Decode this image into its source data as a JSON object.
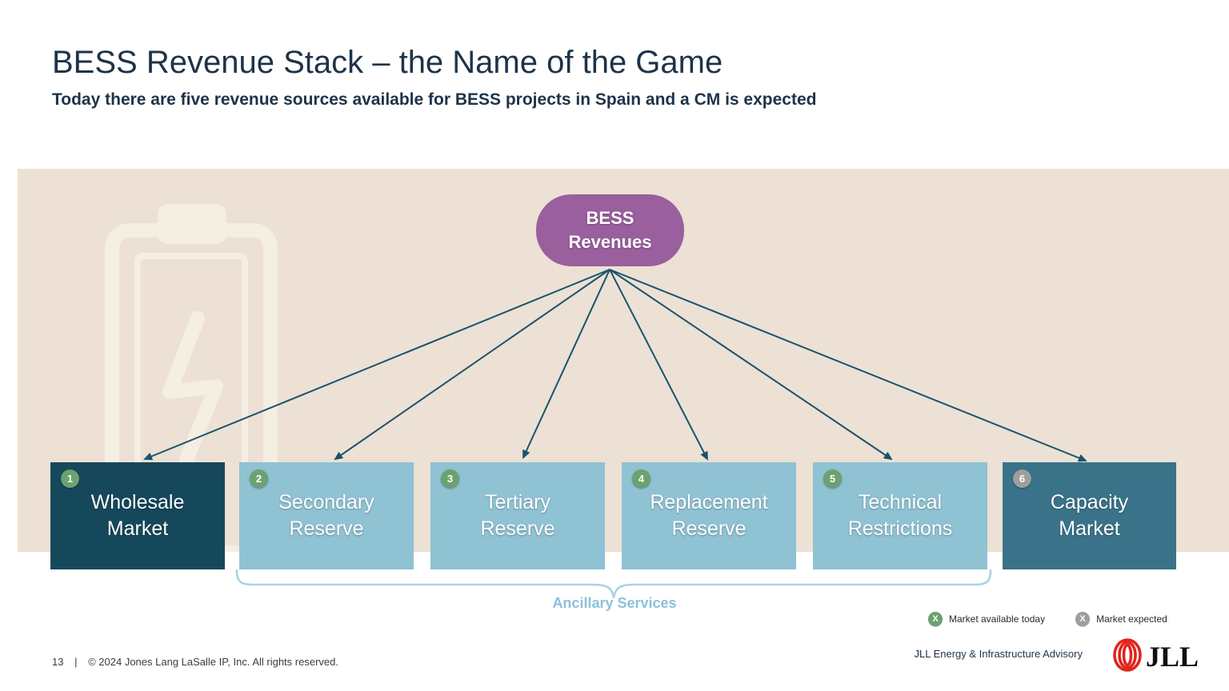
{
  "header": {
    "title": "BESS Revenue Stack – the Name of the Game",
    "subtitle": "Today there are five revenue sources available for BESS projects in Spain and a CM is expected"
  },
  "diagram": {
    "root": {
      "line1": "BESS",
      "line2": "Revenues"
    },
    "nodes": [
      {
        "number": "1",
        "line1": "Wholesale",
        "line2": "Market",
        "label": "Wholesale Market",
        "status": "available"
      },
      {
        "number": "2",
        "line1": "Secondary",
        "line2": "Reserve",
        "label": "Secondary Reserve",
        "status": "available"
      },
      {
        "number": "3",
        "line1": "Tertiary",
        "line2": "Reserve",
        "label": "Tertiary Reserve",
        "status": "available"
      },
      {
        "number": "4",
        "line1": "Replacement",
        "line2": "Reserve",
        "label": "Replacement Reserve",
        "status": "available"
      },
      {
        "number": "5",
        "line1": "Technical",
        "line2": "Restrictions",
        "label": "Technical Restrictions",
        "status": "available"
      },
      {
        "number": "6",
        "line1": "Capacity",
        "line2": "Market",
        "label": "Capacity Market",
        "status": "expected"
      }
    ],
    "group_label": "Ancillary Services"
  },
  "legend": {
    "available": {
      "marker": "X",
      "label": "Market available today"
    },
    "expected": {
      "marker": "X",
      "label": "Market expected"
    }
  },
  "footer": {
    "page_number": "13",
    "separator": "|",
    "copyright": "© 2024 Jones Lang LaSalle IP, Inc. All rights reserved.",
    "division": "JLL Energy & Infrastructure Advisory",
    "logo_text": "JLL"
  },
  "colors": {
    "navy_text": "#1e3348",
    "panel_beige": "#ece1d4",
    "watermark": "#f5eee2",
    "root_purple": "#9a5f9d",
    "dark_teal": "#16485c",
    "light_blue": "#8fc2d3",
    "medium_teal": "#3a7389",
    "arrow": "#1a536d",
    "badge_green": "#6ba270",
    "badge_gray": "#9e9e9e",
    "brace_blue": "#a9d2e4",
    "group_label_blue": "#8dc1d9",
    "logo_red": "#e1251b",
    "logo_black": "#101010"
  }
}
